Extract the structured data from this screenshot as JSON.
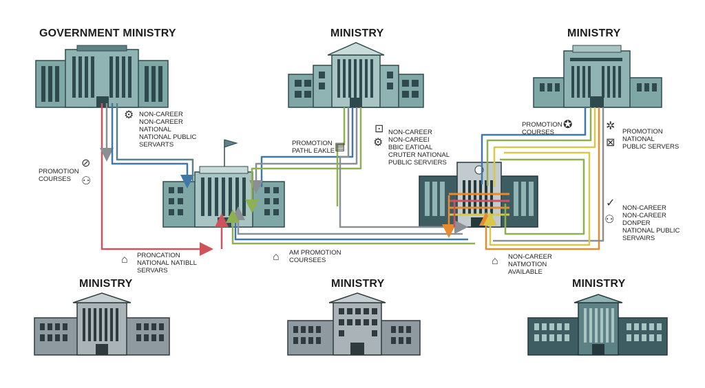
{
  "ministries": {
    "top_left": "GOVERNMENT MINISTRY",
    "top_center": "MINISTRY",
    "top_right": "MINISTRY",
    "bottom_left": "MINISTRY",
    "bottom_center": "MINISTRY",
    "bottom_right": "MINISTRY"
  },
  "labels": {
    "noncareer_left": [
      "NON-CAREER",
      "NON-CAREER",
      "NATIONAL",
      "NATIONAL PUBLIC",
      "SERVARTS"
    ],
    "promotion_courses_left": [
      "PROMOTION",
      "COURSES"
    ],
    "promotion_path": [
      "PROMOTION",
      "PATHL EAKLE"
    ],
    "noncareer_center": [
      "NON-CAREER",
      "NON-CAREEI",
      "BBIC EATIOAL",
      "CRUTER NATIONAL",
      "PUBLIC SERVIERS"
    ],
    "pronocation": [
      "PRONCATION",
      "NATIONAL NATIBLL",
      "SERVARS"
    ],
    "am_promotion": [
      "AM PROMOTION",
      "COURSEES"
    ],
    "promotion_courses_right": [
      "PROMOTION",
      "COURSES"
    ],
    "promotion_right": [
      "PROMOTION",
      "NATIONAL",
      "PUBLIC SERVERS"
    ],
    "noncareer_right": [
      "NON-CAREER",
      "NON-CAREER",
      "DONPER",
      "NATIONAL PUBLIC",
      "SERVAIRS"
    ],
    "noncareer_bottom": [
      "NON-CAREER",
      "NATMOTION",
      "AVAILABLE"
    ]
  },
  "colors": {
    "building_teal": "#7fa7a6",
    "building_dark": "#3d5d62",
    "building_grey": "#8e9aa0",
    "flow_red": "#d0525a",
    "flow_blue": "#3f78a8",
    "flow_green": "#8fb050",
    "flow_grey": "#8a8f94",
    "flow_orange": "#e88a2e",
    "flow_yellow": "#d8c84a"
  },
  "icons": {
    "noncareer_left": "gear-people-icon",
    "promotion_courses_left": "people-group-icon",
    "promotion_path": "document-icon",
    "noncareer_center": "people-gear-icon",
    "pronocation": "house-icon",
    "am_promotion": "house-icon",
    "promotion_courses_right": "badge-icon",
    "promotion_right": "people-icon",
    "noncareer_right": "checkmark-people-icon",
    "noncareer_bottom": "house-icon"
  }
}
